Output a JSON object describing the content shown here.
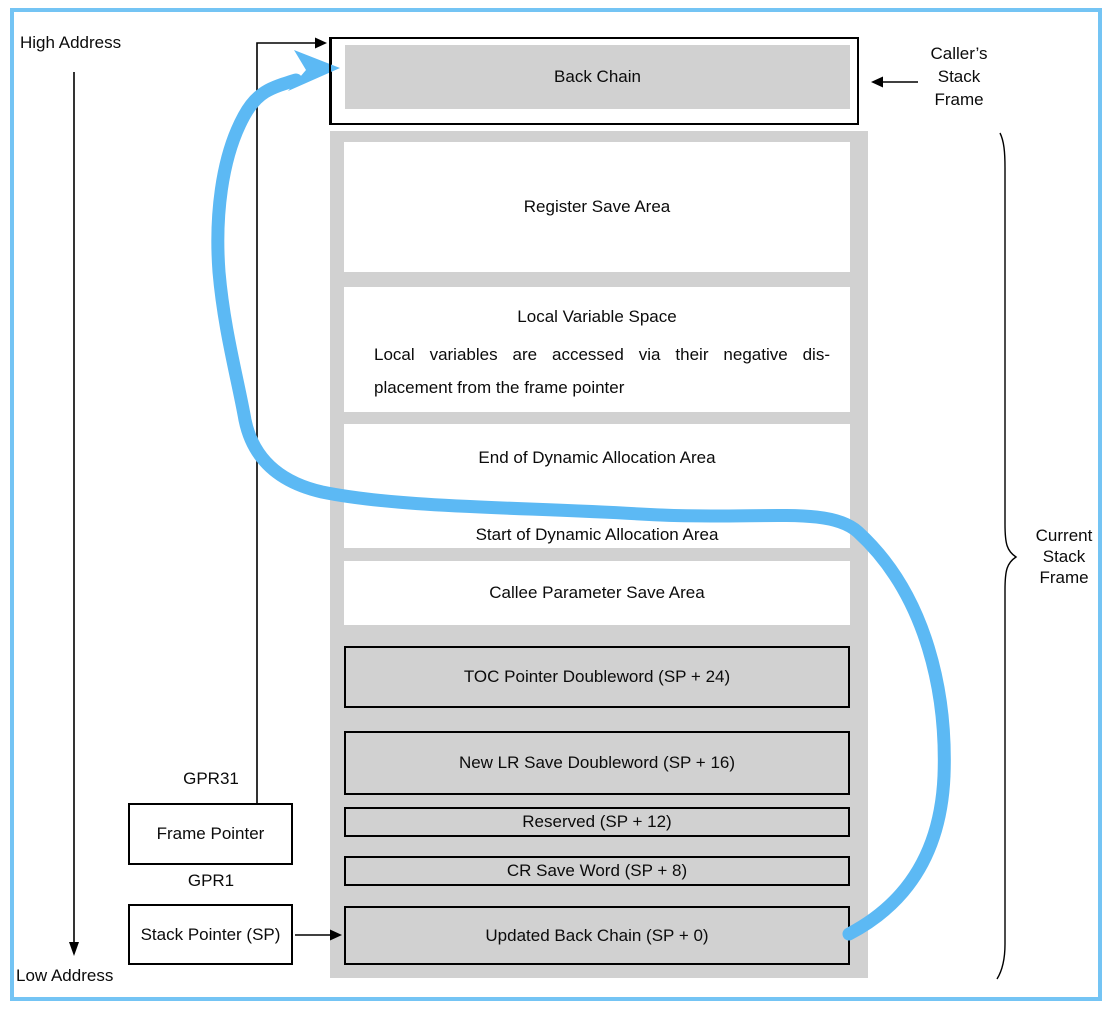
{
  "colors": {
    "arrow_blue": "#5CB9F4",
    "frame_border_blue": "#74C4F4",
    "panel_gray": "#D1D1D1"
  },
  "address_labels": {
    "high": "High Address",
    "low": "Low Address"
  },
  "caller_frame": {
    "back_chain": "Back Chain",
    "label_lines": [
      "Caller’s",
      "Stack",
      "Frame"
    ]
  },
  "current_frame": {
    "label_lines": [
      "Current",
      "Stack",
      "Frame"
    ],
    "register_save_area": "Register Save Area",
    "local_variable_space": {
      "title": "Local Variable Space",
      "body_line1": "Local variables are accessed via their negative dis-",
      "body_line2": "placement from the frame pointer"
    },
    "dynamic_allocation": {
      "end": "End of Dynamic Allocation Area",
      "start": "Start of Dynamic Allocation Area"
    },
    "callee_parameter_save_area": "Callee Parameter Save Area",
    "toc_pointer": "TOC Pointer Doubleword (SP + 24)",
    "new_lr_save": "New LR Save Doubleword (SP + 16)",
    "reserved": "Reserved (SP + 12)",
    "cr_save_word": "CR Save Word (SP + 8)",
    "updated_back_chain": "Updated Back Chain (SP + 0)"
  },
  "registers": {
    "gpr31": "GPR31",
    "frame_pointer": "Frame Pointer",
    "gpr1": "GPR1",
    "stack_pointer": "Stack Pointer (SP)"
  }
}
